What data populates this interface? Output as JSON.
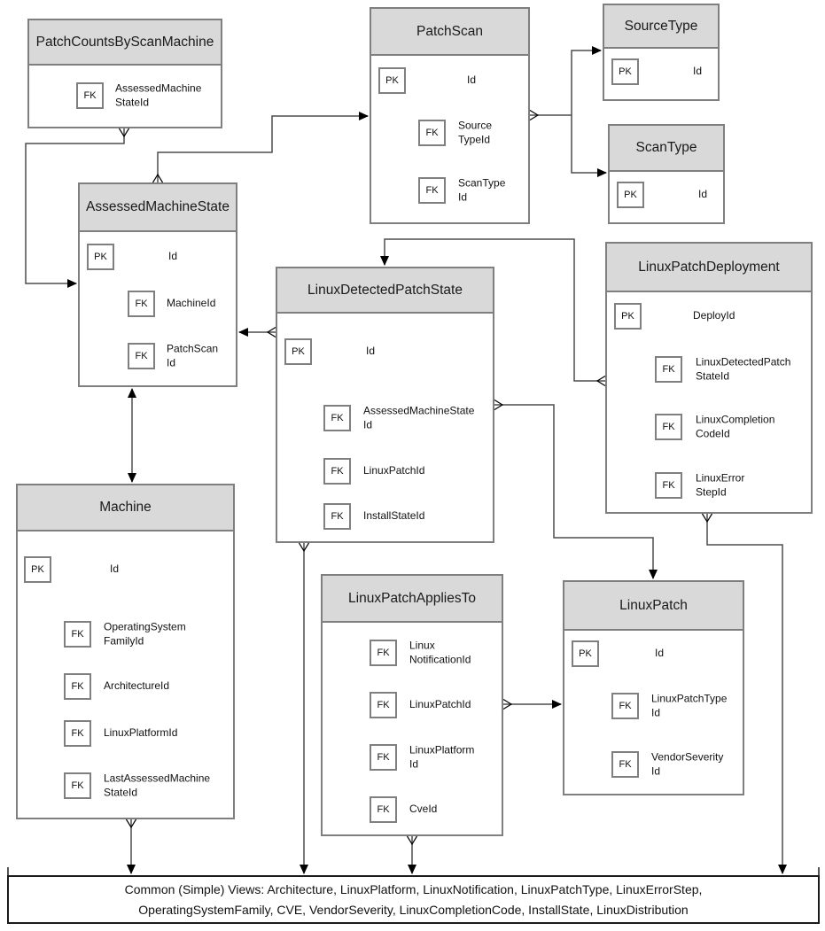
{
  "tables": [
    {
      "name": "PatchCountsByScanMachine",
      "fields": [
        {
          "key": "FK",
          "label": "AssessedMachine\nStateId"
        }
      ]
    },
    {
      "name": "PatchScan",
      "fields": [
        {
          "key": "PK",
          "label": "Id"
        },
        {
          "key": "FK",
          "label": "Source\nTypeId"
        },
        {
          "key": "FK",
          "label": "ScanType\nId"
        }
      ]
    },
    {
      "name": "SourceType",
      "fields": [
        {
          "key": "PK",
          "label": "Id"
        }
      ]
    },
    {
      "name": "ScanType",
      "fields": [
        {
          "key": "PK",
          "label": "Id"
        }
      ]
    },
    {
      "name": "AssessedMachineState",
      "fields": [
        {
          "key": "PK",
          "label": "Id"
        },
        {
          "key": "FK",
          "label": "MachineId"
        },
        {
          "key": "FK",
          "label": "PatchScan\nId"
        }
      ]
    },
    {
      "name": "LinuxDetectedPatchState",
      "fields": [
        {
          "key": "PK",
          "label": "Id"
        },
        {
          "key": "FK",
          "label": "AssessedMachineState\nId"
        },
        {
          "key": "FK",
          "label": "LinuxPatchId"
        },
        {
          "key": "FK",
          "label": "InstallStateId"
        }
      ]
    },
    {
      "name": "LinuxPatchDeployment",
      "fields": [
        {
          "key": "PK",
          "label": "DeployId"
        },
        {
          "key": "FK",
          "label": "LinuxDetectedPatch\nStateId"
        },
        {
          "key": "FK",
          "label": "LinuxCompletion\nCodeId"
        },
        {
          "key": "FK",
          "label": "LinuxError\nStepId"
        }
      ]
    },
    {
      "name": "Machine",
      "fields": [
        {
          "key": "PK",
          "label": "Id"
        },
        {
          "key": "FK",
          "label": "OperatingSystem\nFamilyId"
        },
        {
          "key": "FK",
          "label": "ArchitectureId"
        },
        {
          "key": "FK",
          "label": "LinuxPlatformId"
        },
        {
          "key": "FK",
          "label": "LastAssessedMachine\nStateId"
        }
      ]
    },
    {
      "name": "LinuxPatchAppliesTo",
      "fields": [
        {
          "key": "FK",
          "label": "Linux\nNotificationId"
        },
        {
          "key": "FK",
          "label": "LinuxPatchId"
        },
        {
          "key": "FK",
          "label": "LinuxPlatform\nId"
        },
        {
          "key": "FK",
          "label": "CveId"
        }
      ]
    },
    {
      "name": "LinuxPatch",
      "fields": [
        {
          "key": "PK",
          "label": "Id"
        },
        {
          "key": "FK",
          "label": "LinuxPatchType\nId"
        },
        {
          "key": "FK",
          "label": "VendorSeverity\nId"
        }
      ]
    }
  ],
  "relationships": [
    {
      "from": "PatchCountsByScanMachine",
      "to": "AssessedMachineState"
    },
    {
      "from": "AssessedMachineState",
      "to": "PatchScan"
    },
    {
      "from": "PatchScan",
      "to": "SourceType"
    },
    {
      "from": "PatchScan",
      "to": "ScanType"
    },
    {
      "from": "LinuxDetectedPatchState",
      "to": "AssessedMachineState"
    },
    {
      "from": "LinuxPatchDeployment",
      "to": "LinuxDetectedPatchState"
    },
    {
      "from": "LinuxDetectedPatchState",
      "to": "LinuxPatch"
    },
    {
      "from": "AssessedMachineState",
      "to": "Machine",
      "style": "double-arrow"
    },
    {
      "from": "LinuxPatchAppliesTo",
      "to": "LinuxPatch"
    },
    {
      "from": "LinuxDetectedPatchState",
      "to": "CommonViews"
    },
    {
      "from": "Machine",
      "to": "CommonViews"
    },
    {
      "from": "LinuxPatchAppliesTo",
      "to": "CommonViews"
    },
    {
      "from": "LinuxPatch",
      "to": "CommonViews"
    },
    {
      "from": "LinuxPatchDeployment",
      "to": "CommonViews"
    }
  ],
  "footer": {
    "line1": "Common (Simple) Views: Architecture, LinuxPlatform, LinuxNotification, LinuxPatchType, LinuxErrorStep,",
    "line2": "OperatingSystemFamily, CVE, VendorSeverity, LinuxCompletionCode, InstallState, LinuxDistribution"
  },
  "colors": {
    "header_fill": "#d9d9d9",
    "table_border": "#7f7f7f",
    "connector": "#4d4d4d",
    "arrowhead": "#000000"
  }
}
